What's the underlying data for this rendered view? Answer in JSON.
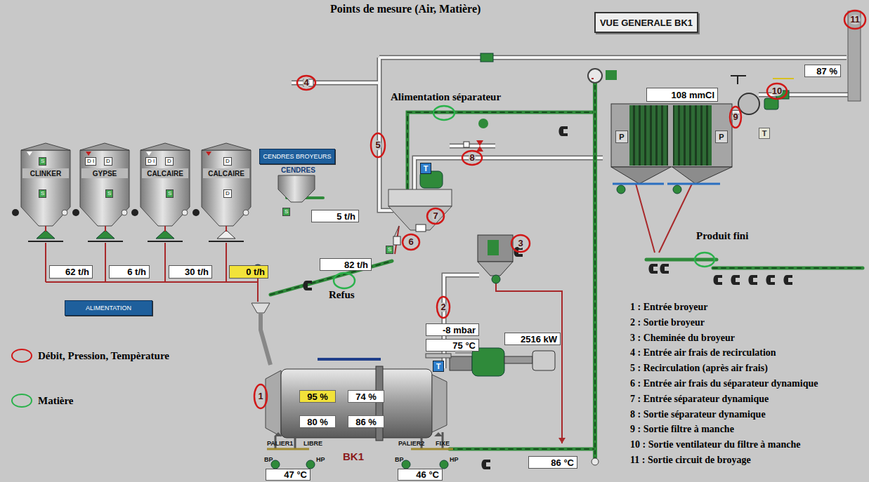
{
  "diagram": {
    "title": "Points de mesure (Air, Matière)",
    "nodes": [
      {
        "text": [
          "VUE GENERALE BK1"
        ]
      },
      {
        "text": [
          "CLINKER"
        ]
      },
      {
        "text": [
          "GYPSE"
        ]
      },
      {
        "text": [
          "CALCAIRE"
        ]
      },
      {
        "text": [
          "CALCAIRE"
        ]
      },
      {
        "text": [
          "62 t/h"
        ]
      },
      {
        "text": [
          "6 t/h"
        ]
      },
      {
        "text": [
          "30 t/h"
        ]
      },
      {
        "text": [
          "0 t/h"
        ]
      },
      {
        "text": [
          "ALIMENTATION"
        ]
      },
      {
        "text": [
          "CENDRES BROYEURS"
        ]
      },
      {
        "text": [
          "5 t/h"
        ]
      },
      {
        "text": [
          "82 t/h"
        ]
      },
      {
        "text": [
          "95 %"
        ]
      },
      {
        "text": [
          "74 %"
        ]
      },
      {
        "text": [
          "80 %"
        ]
      },
      {
        "text": [
          "86 %"
        ]
      },
      {
        "text": [
          "-8 mbar"
        ]
      },
      {
        "text": [
          "75 °C"
        ]
      },
      {
        "text": [
          "2516 kW"
        ]
      },
      {
        "text": [
          "86 °C"
        ]
      },
      {
        "text": [
          "47 °C"
        ]
      },
      {
        "text": [
          "46 °C"
        ]
      },
      {
        "text": [
          "108 mmCl"
        ]
      },
      {
        "text": [
          "87 %"
        ]
      },
      {
        "text": [
          "T"
        ]
      },
      {
        "text": [
          "T"
        ]
      },
      {
        "text": [
          "T"
        ]
      },
      {
        "text": [
          "P"
        ]
      },
      {
        "text": [
          "P"
        ]
      }
    ],
    "labels": [
      "CENDRES",
      "Alimentation séparateur",
      "Refus",
      "Produit fini",
      "BK1",
      "PALIER1",
      "LIBRE",
      "PALIER2",
      "FIXE",
      "BP",
      "HP",
      "BP",
      "HP",
      "1",
      "2",
      "3",
      "4",
      "5",
      "6",
      "7",
      "8",
      "9",
      "10",
      "11",
      "1 : Entrée broyeur",
      "2 : Sortie broyeur",
      "3 : Cheminée du broyeur",
      "4 : Entrée air frais de recirculation",
      "5 : Recirculation (après air frais)",
      "6 : Entrée air frais du séparateur dynamique",
      "7 : Entrée séparateur dynamique",
      "8 : Sortie séparateur dynamique",
      "9 : Sortie filtre à manche",
      "10 : Sortie ventilateur du filtre à manche",
      "11 : Sortie circuit de broyage",
      "S",
      "S",
      "D I",
      "D",
      "S",
      "D I",
      "D",
      "S",
      "D",
      "D",
      "S",
      "S"
    ],
    "legend": [
      {
        "text": "Débit, Pression, Tempèrature"
      },
      {
        "text": "Matière"
      }
    ]
  }
}
